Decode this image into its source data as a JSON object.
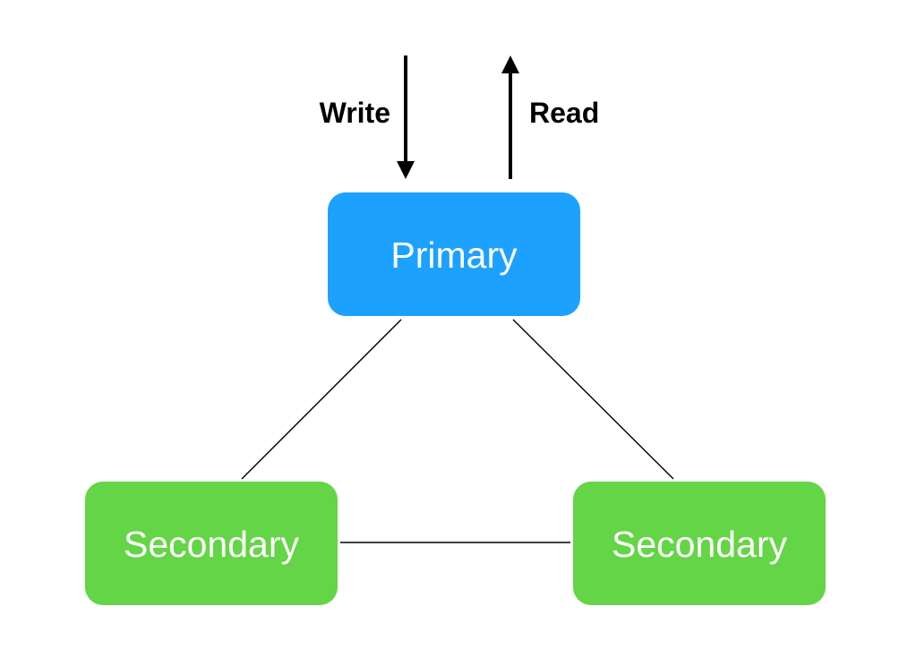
{
  "colors": {
    "primary_fill": "#1da1ff",
    "secondary_fill": "#64d546",
    "line": "#000000",
    "label_text": "#ffffff",
    "arrow_text": "#000000"
  },
  "nodes": {
    "primary": {
      "label": "Primary"
    },
    "secondary_left": {
      "label": "Secondary"
    },
    "secondary_right": {
      "label": "Secondary"
    }
  },
  "arrows": {
    "write": {
      "label": "Write",
      "direction": "down"
    },
    "read": {
      "label": "Read",
      "direction": "up"
    }
  }
}
